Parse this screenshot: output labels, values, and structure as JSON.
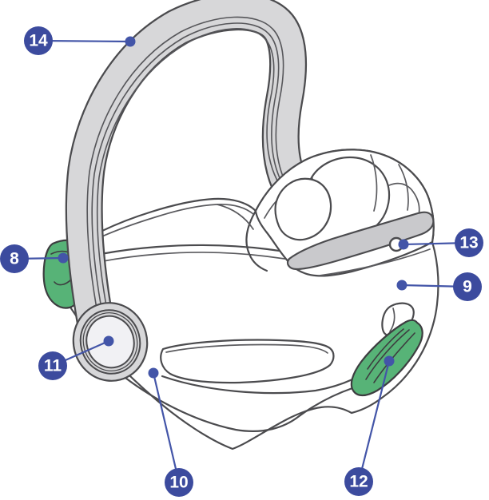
{
  "diagram": {
    "type": "labeled parts diagram",
    "subject": "infant car seat overview",
    "callouts": [
      {
        "label": "14"
      },
      {
        "label": "8"
      },
      {
        "label": "11"
      },
      {
        "label": "10"
      },
      {
        "label": "12"
      },
      {
        "label": "13"
      },
      {
        "label": "9"
      }
    ],
    "colors": {
      "badge_fill": "#3c4b9e",
      "badge_text": "#ffffff",
      "leader_line": "#4355a8",
      "highlight_green": "#57b377",
      "handle_gray": "#d7d7d9",
      "canopy_gray": "#c9c9cc",
      "pivot_inner": "#f1f1f4",
      "outline": "#4b4b4e",
      "outline_soft": "#5a5a5e",
      "bg": "#ffffff"
    }
  }
}
